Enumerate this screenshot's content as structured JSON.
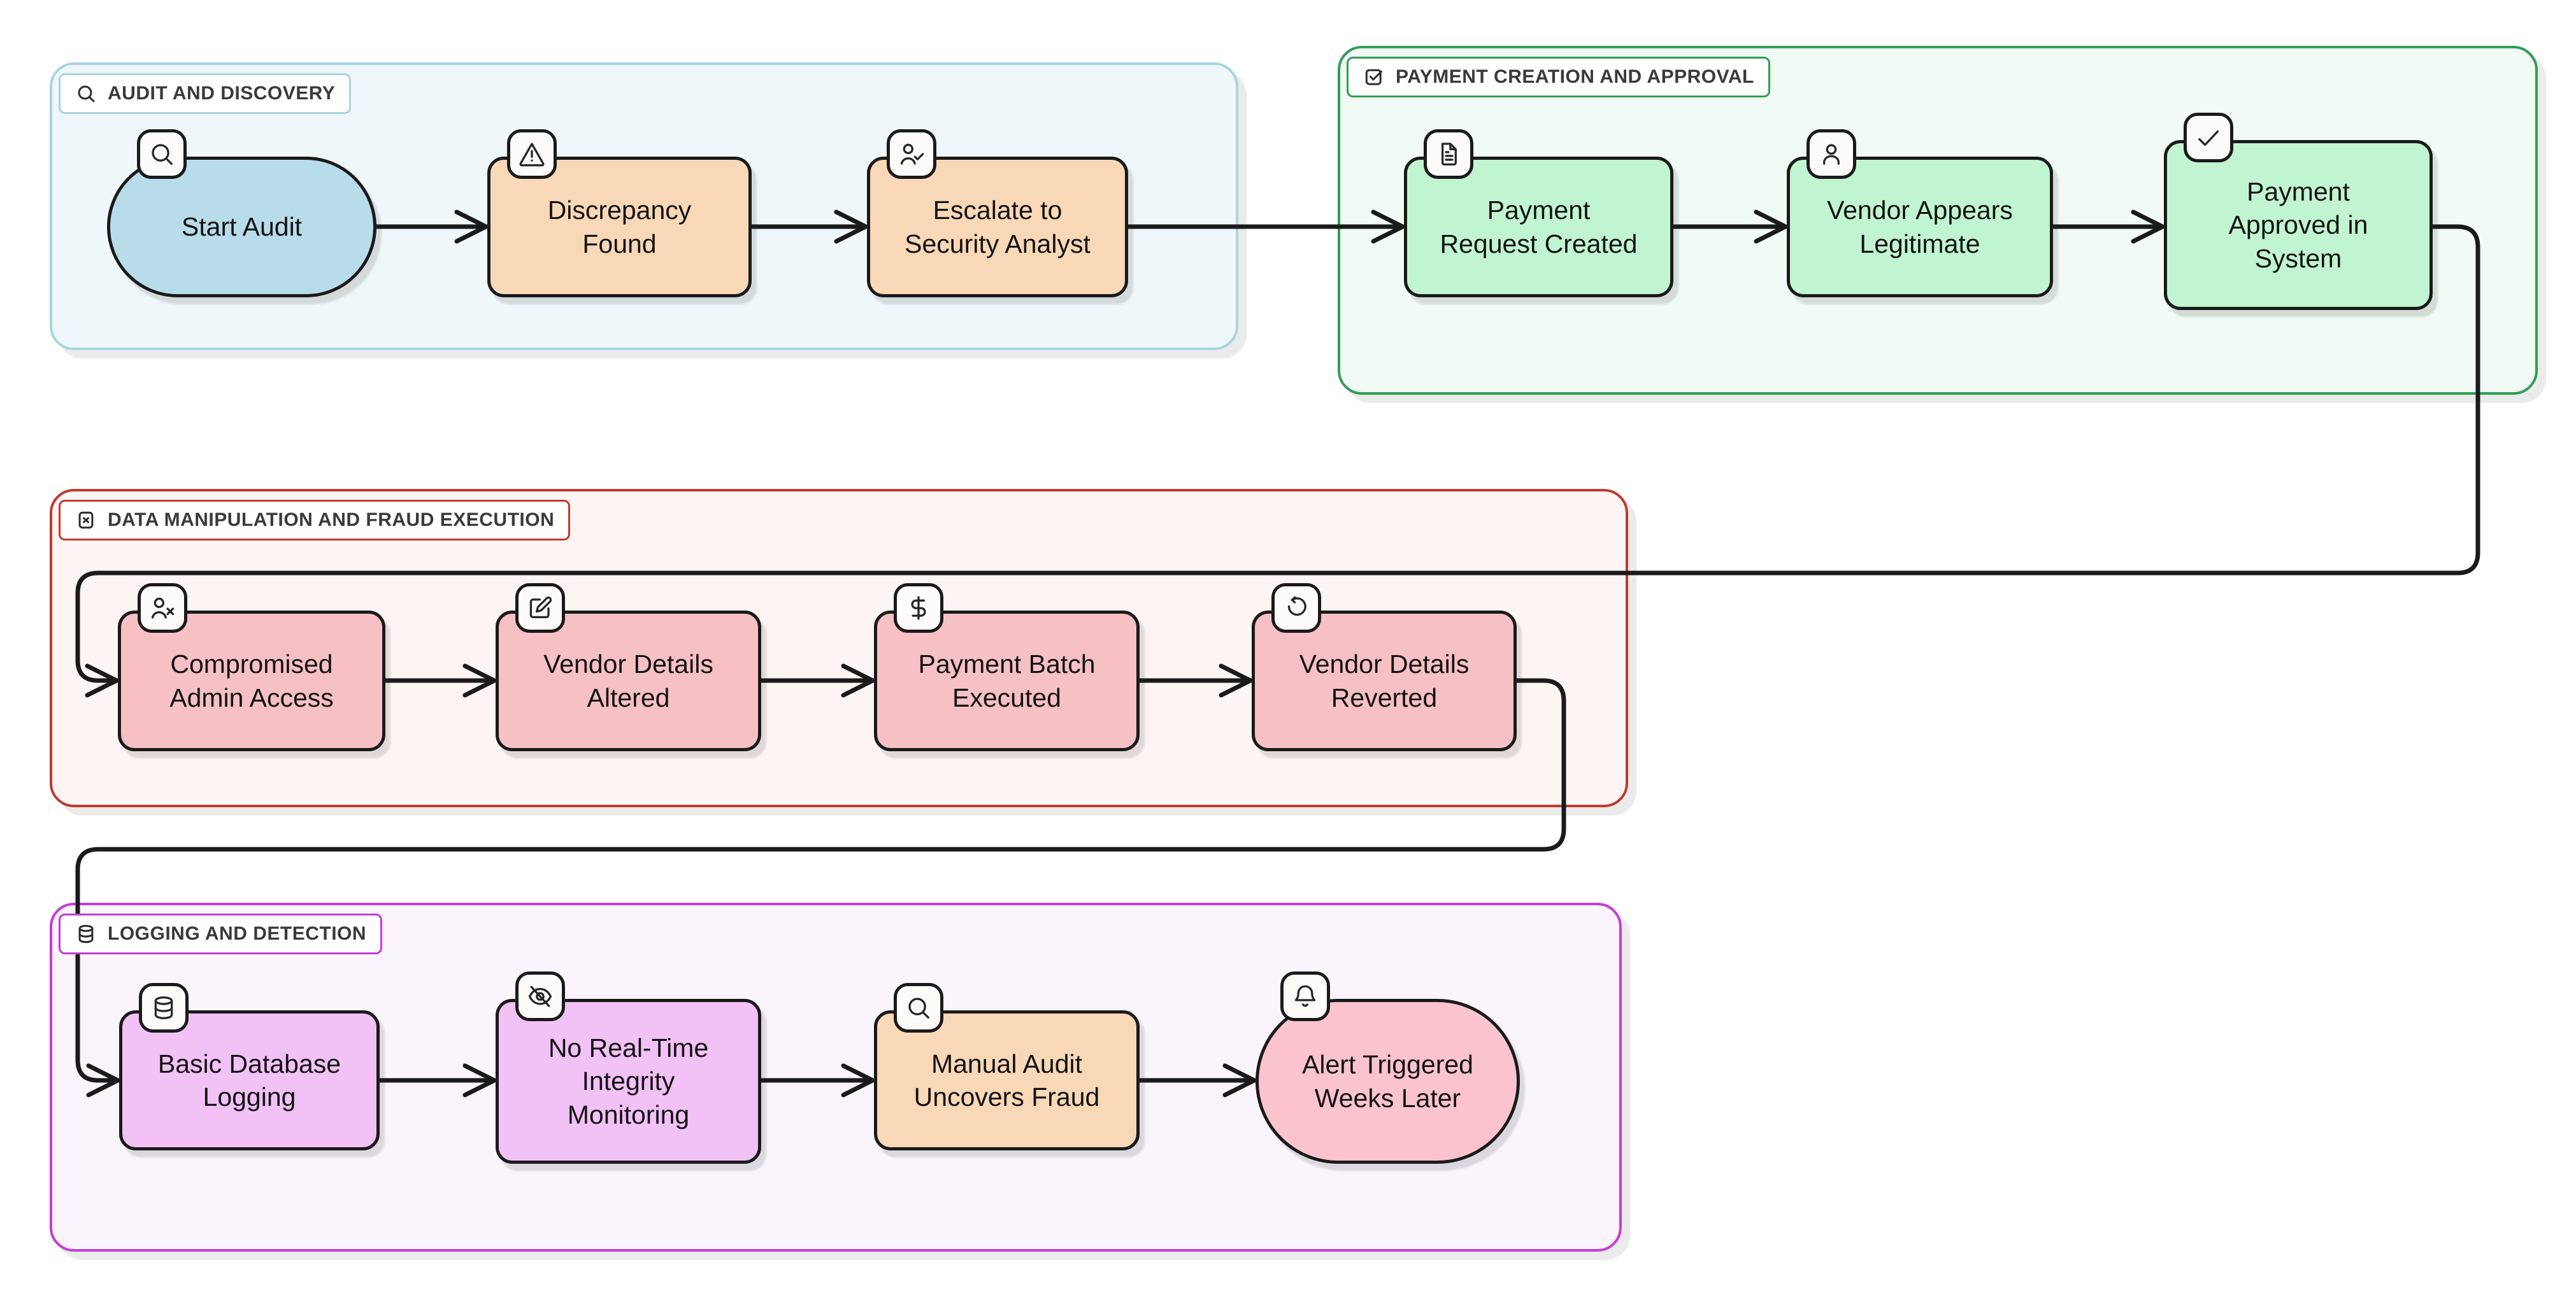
{
  "diagram": {
    "background": "#ffffff",
    "edge_color": "#1a1a1a",
    "groups": [
      {
        "id": "audit-and-discovery",
        "label": "AUDIT AND DISCOVERY",
        "icon": "magnifier-icon",
        "border": "#a8d5e2",
        "bg": "#f0f7fa",
        "nodes": [
          {
            "id": "start-audit",
            "label": "Start Audit",
            "icon": "magnifier-icon",
            "shape": "stadium",
            "fill": "#b8dcea"
          },
          {
            "id": "discrepancy-found",
            "label": "Discrepancy\nFound",
            "icon": "alert-triangle-icon",
            "shape": "rect",
            "fill": "#f8d8b6"
          },
          {
            "id": "escalate-to-security-analyst",
            "label": "Escalate to\nSecurity Analyst",
            "icon": "user-check-icon",
            "shape": "rect",
            "fill": "#f8d8b6"
          }
        ]
      },
      {
        "id": "payment-creation-and-approval",
        "label": "PAYMENT CREATION AND APPROVAL",
        "icon": "checkbox-icon",
        "border": "#2f9e55",
        "bg": "#f2faf5",
        "nodes": [
          {
            "id": "payment-request-created",
            "label": "Payment\nRequest Created",
            "icon": "document-icon",
            "shape": "rect",
            "fill": "#c1f5d2"
          },
          {
            "id": "vendor-appears-legitimate",
            "label": "Vendor Appears\nLegitimate",
            "icon": "user-icon",
            "shape": "rect",
            "fill": "#c1f5d2"
          },
          {
            "id": "payment-approved-in-system",
            "label": "Payment\nApproved in\nSystem",
            "icon": "check-icon",
            "shape": "rect",
            "fill": "#c1f5d2"
          }
        ]
      },
      {
        "id": "data-manipulation-and-fraud-execution",
        "label": "DATA MANIPULATION AND FRAUD EXECUTION",
        "icon": "square-x-icon",
        "border": "#c0392f",
        "bg": "#fdf5f4",
        "nodes": [
          {
            "id": "compromised-admin-access",
            "label": "Compromised\nAdmin Access",
            "icon": "user-x-icon",
            "shape": "rect",
            "fill": "#f7c0c4"
          },
          {
            "id": "vendor-details-altered",
            "label": "Vendor Details\nAltered",
            "icon": "edit-icon",
            "shape": "rect",
            "fill": "#f7c0c4"
          },
          {
            "id": "payment-batch-executed",
            "label": "Payment Batch\nExecuted",
            "icon": "dollar-icon",
            "shape": "rect",
            "fill": "#f7c0c4"
          },
          {
            "id": "vendor-details-reverted",
            "label": "Vendor Details\nReverted",
            "icon": "undo-icon",
            "shape": "rect",
            "fill": "#f7c0c4"
          }
        ]
      },
      {
        "id": "logging-and-detection",
        "label": "LOGGING AND DETECTION",
        "icon": "database-icon",
        "border": "#c23dd6",
        "bg": "#faf4fc",
        "nodes": [
          {
            "id": "basic-database-logging",
            "label": "Basic Database\nLogging",
            "icon": "database-icon",
            "shape": "rect",
            "fill": "#f2c1f6"
          },
          {
            "id": "no-real-time-integrity-monitoring",
            "label": "No Real-Time\nIntegrity\nMonitoring",
            "icon": "eye-off-icon",
            "shape": "rect",
            "fill": "#f2c1f6"
          },
          {
            "id": "manual-audit-uncovers-fraud",
            "label": "Manual Audit\nUncovers Fraud",
            "icon": "magnifier-icon",
            "shape": "rect",
            "fill": "#f8d8b6"
          },
          {
            "id": "alert-triggered-weeks-later",
            "label": "Alert Triggered\nWeeks Later",
            "icon": "bell-icon",
            "shape": "stadium",
            "fill": "#fbc3ce"
          }
        ]
      }
    ],
    "edges": [
      {
        "from": "start-audit",
        "to": "discrepancy-found"
      },
      {
        "from": "discrepancy-found",
        "to": "escalate-to-security-analyst"
      },
      {
        "from": "escalate-to-security-analyst",
        "to": "payment-request-created"
      },
      {
        "from": "payment-request-created",
        "to": "vendor-appears-legitimate"
      },
      {
        "from": "vendor-appears-legitimate",
        "to": "payment-approved-in-system"
      },
      {
        "from": "payment-approved-in-system",
        "to": "compromised-admin-access"
      },
      {
        "from": "compromised-admin-access",
        "to": "vendor-details-altered"
      },
      {
        "from": "vendor-details-altered",
        "to": "payment-batch-executed"
      },
      {
        "from": "payment-batch-executed",
        "to": "vendor-details-reverted"
      },
      {
        "from": "vendor-details-reverted",
        "to": "basic-database-logging"
      },
      {
        "from": "basic-database-logging",
        "to": "no-real-time-integrity-monitoring"
      },
      {
        "from": "no-real-time-integrity-monitoring",
        "to": "manual-audit-uncovers-fraud"
      },
      {
        "from": "manual-audit-uncovers-fraud",
        "to": "alert-triggered-weeks-later"
      }
    ]
  }
}
